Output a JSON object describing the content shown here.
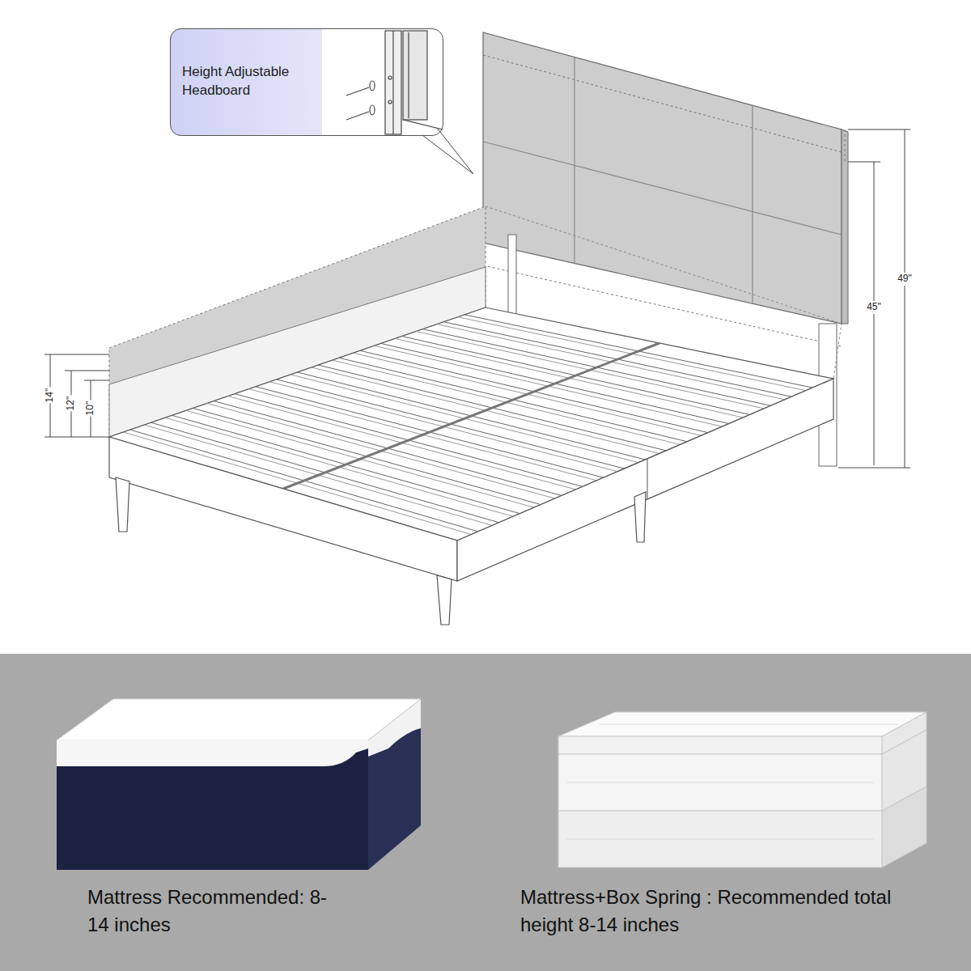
{
  "diagram": {
    "nodes": [
      {
        "text": [
          "Height Adjustable Headboard"
        ]
      }
    ],
    "labels": [
      "14\"",
      "12\"",
      "10\"",
      "49\"",
      "45\"",
      "Mattress Recommended: 8-14 inches",
      "Mattress+Box Spring : Recommended total height 8-14 inches"
    ]
  }
}
